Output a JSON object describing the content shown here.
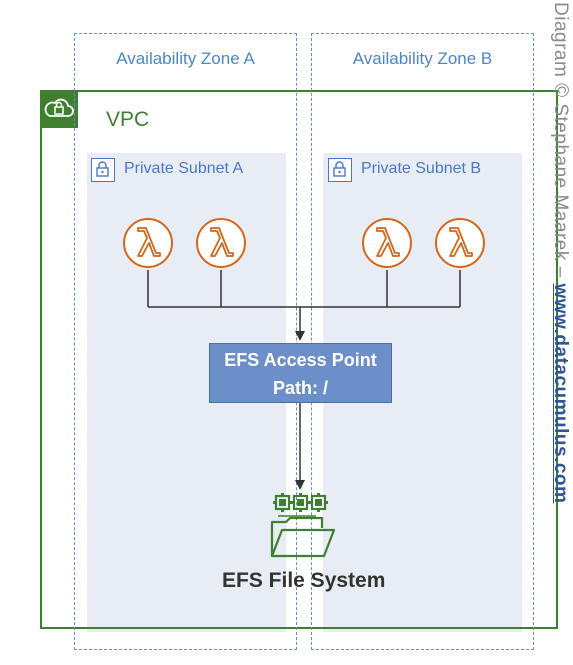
{
  "availability_zones": [
    {
      "label": "Availability Zone A"
    },
    {
      "label": "Availability Zone B"
    }
  ],
  "vpc": {
    "label": "VPC",
    "icon": "cloud-lock-icon",
    "color": "#3e8030"
  },
  "subnets": [
    {
      "label": "Private Subnet A",
      "icon": "lock-icon"
    },
    {
      "label": "Private Subnet B",
      "icon": "lock-icon"
    }
  ],
  "lambda": {
    "icon": "lambda-icon",
    "color": "#d4661a",
    "count": 4
  },
  "efs_access_point": {
    "line1": "EFS Access Point",
    "line2": "Path: /"
  },
  "efs_file_system": {
    "label": "EFS File System",
    "icon": "efs-folder-icon",
    "color": "#3e8030"
  },
  "watermark": {
    "prefix": "Diagram © Stephane Maarek",
    "link": "www.datacumulus.com"
  }
}
